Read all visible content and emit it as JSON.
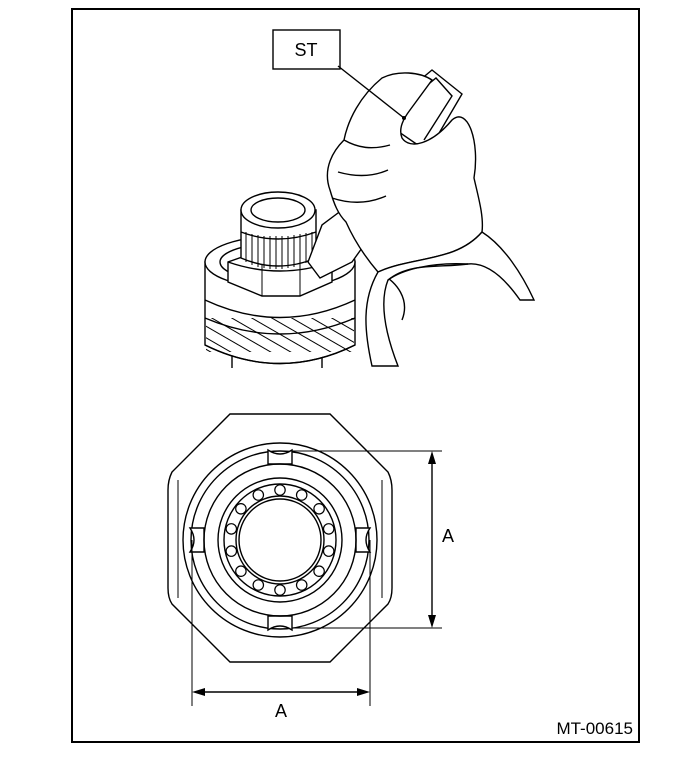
{
  "diagram": {
    "tool_label": "ST",
    "dimension_vertical_label": "A",
    "dimension_horizontal_label": "A",
    "figure_code": "MT-00615"
  },
  "colors": {
    "line": "#000000",
    "background": "#ffffff"
  }
}
